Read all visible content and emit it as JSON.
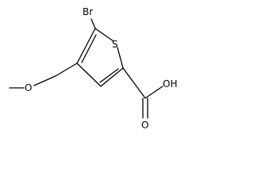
{
  "molecule": {
    "atoms": {
      "br": "Br",
      "s": "S",
      "o_ether": "O",
      "oh": "OH",
      "o_carbonyl": "O"
    }
  }
}
